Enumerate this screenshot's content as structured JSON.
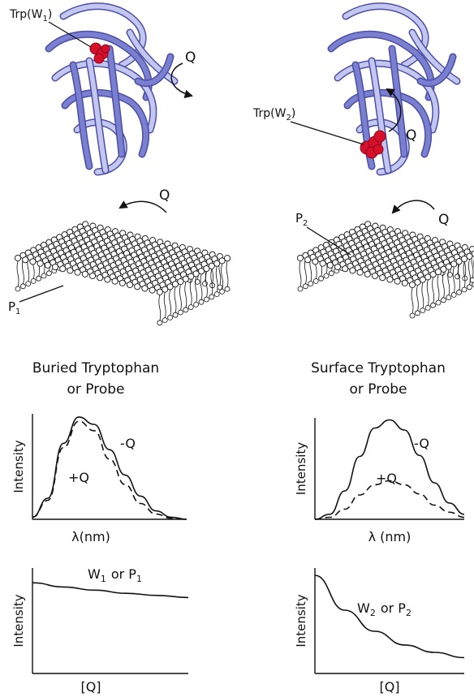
{
  "colors": {
    "protein": "#7a7fcf",
    "protein_dark": "#4b4fa6",
    "protein_light": "#c3c6ee",
    "trp": "#d6102a",
    "trp_dark": "#8f0718",
    "line": "#111111"
  },
  "protein_left": {
    "trp_label": "Trp(W",
    "trp_sub": "1",
    "trp_close": ")",
    "quencher": "Q"
  },
  "protein_right": {
    "trp_label": "Trp(W",
    "trp_sub": "2",
    "trp_close": ")",
    "quencher": "Q"
  },
  "membrane_left": {
    "quencher": "Q",
    "probe_label": "P",
    "probe_sub": "1"
  },
  "membrane_right": {
    "quencher": "Q",
    "probe_label": "P",
    "probe_sub": "2"
  },
  "captions": {
    "left_line1": "Buried Tryptophan",
    "left_line2": "or Probe",
    "right_line1": "Surface Tryptophan",
    "right_line2": "or Probe"
  },
  "chart_data": [
    {
      "type": "line",
      "panel": "emission-buried",
      "xlabel": "λ(nm)",
      "ylabel": "Intensity",
      "x": [
        0,
        0.1,
        0.2,
        0.3,
        0.4,
        0.5,
        0.6,
        0.7,
        0.8,
        0.9,
        1.0
      ],
      "ylim": [
        0,
        1
      ],
      "series": [
        {
          "name": "-Q",
          "style": "solid",
          "values": [
            0.02,
            0.2,
            0.72,
            0.97,
            0.9,
            0.66,
            0.42,
            0.22,
            0.08,
            0.02,
            0.0
          ]
        },
        {
          "name": "+Q",
          "style": "dashed",
          "values": [
            0.02,
            0.18,
            0.68,
            0.93,
            0.84,
            0.57,
            0.33,
            0.15,
            0.05,
            0.01,
            0.0
          ]
        }
      ]
    },
    {
      "type": "line",
      "panel": "emission-surface",
      "xlabel": "λ (nm)",
      "ylabel": "Intensity",
      "x": [
        0,
        0.1,
        0.2,
        0.3,
        0.4,
        0.5,
        0.6,
        0.7,
        0.8,
        0.9,
        1.0
      ],
      "ylim": [
        0,
        1
      ],
      "series": [
        {
          "name": "-Q",
          "style": "solid",
          "values": [
            0.0,
            0.05,
            0.28,
            0.62,
            0.9,
            0.98,
            0.88,
            0.63,
            0.36,
            0.16,
            0.05
          ]
        },
        {
          "name": "+Q",
          "style": "dashed",
          "values": [
            0.0,
            0.02,
            0.1,
            0.24,
            0.34,
            0.38,
            0.34,
            0.25,
            0.14,
            0.07,
            0.02
          ]
        }
      ]
    },
    {
      "type": "line",
      "panel": "quenching-buried",
      "xlabel": "[Q]",
      "ylabel": "Intensity",
      "x": [
        0,
        0.2,
        0.4,
        0.6,
        0.8,
        1.0
      ],
      "ylim": [
        0,
        1
      ],
      "series": [
        {
          "name": "W1 or P1",
          "label": "W",
          "label_sub": "1",
          "label_tail": "or P",
          "label_sub2": "1",
          "style": "solid",
          "values": [
            0.86,
            0.82,
            0.79,
            0.76,
            0.74,
            0.72
          ]
        }
      ]
    },
    {
      "type": "line",
      "panel": "quenching-surface",
      "xlabel": "[Q]",
      "ylabel": "Intensity",
      "x": [
        0,
        0.2,
        0.4,
        0.6,
        0.8,
        1.0
      ],
      "ylim": [
        0,
        1
      ],
      "series": [
        {
          "name": "W2 or P2",
          "label": "W",
          "label_sub": "2",
          "label_tail": "or P",
          "label_sub2": "2",
          "style": "solid",
          "values": [
            0.93,
            0.6,
            0.4,
            0.27,
            0.2,
            0.15
          ]
        }
      ]
    }
  ]
}
